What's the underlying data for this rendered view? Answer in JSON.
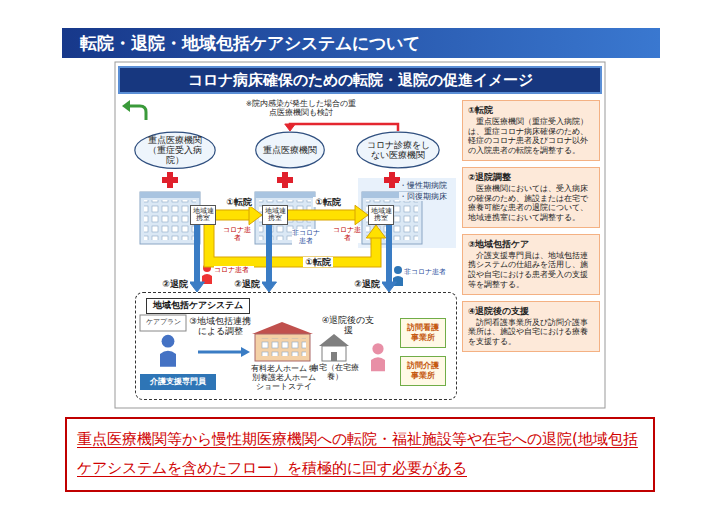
{
  "diagram": {
    "title": "転院・退院・地域包括ケアシステムについて",
    "nodes": [
      {
        "text": [
          "コロナ病床確保のための転院・退院の促進イメージ"
        ]
      },
      {
        "text": [
          "重点医療機関（重症受入病院）"
        ]
      },
      {
        "text": [
          "重点医療機関"
        ]
      },
      {
        "text": [
          "コロナ診療をしない医療機関"
        ]
      },
      {
        "text": [
          "地域連携室"
        ]
      },
      {
        "text": [
          "地域連携室"
        ]
      },
      {
        "text": [
          "地域連携室"
        ]
      },
      {
        "text": [
          "地域包括ケアシステム"
        ]
      },
      {
        "text": [
          "介護支援専門員"
        ],
        "in": 7
      },
      {
        "text": [
          "訪問看護事業所"
        ],
        "in": 7
      },
      {
        "text": [
          "訪問介護事業所"
        ],
        "in": 7
      },
      {
        "text": [
          "①転院",
          "重点医療機関（重症受入病院）は、重症コロナ病床確保のため、軽症のコロナ患者及びコロナ以外の入院患者の転院を調整する。"
        ]
      },
      {
        "text": [
          "②退院調整",
          "医療機関においては、受入病床の確保のため、施設または在宅で療養可能な患者の退院について、地域連携室において調整する。"
        ]
      },
      {
        "text": [
          "③地域包括ケア",
          "介護支援専門員は、地域包括連携システムの仕組みを活用し、施設や自宅における患者受入の支援等を調整する。"
        ]
      },
      {
        "text": [
          "④退院後の支援",
          "訪問看護事業所及び訪問介護事業所は、施設や自宅における療養を支援する。"
        ]
      },
      {
        "text": [
          "重点医療機関等から慢性期医療機関への転院・福祉施設等や在宅への退院(地域包括ケアシステムを含めたフロー）を積極的に回す必要がある"
        ]
      }
    ],
    "edges": [
      {
        "from": 4,
        "to": 5,
        "label": "①転院",
        "arrow": "to"
      },
      {
        "from": 5,
        "to": 6,
        "label": "①転院",
        "arrow": "to"
      },
      {
        "from": 4,
        "to": 6,
        "label": "①転院",
        "arrow": "to"
      },
      {
        "from": 4,
        "to": 7,
        "label": "②退院",
        "arrow": "to"
      },
      {
        "from": 5,
        "to": 7,
        "label": "②退院",
        "arrow": "to"
      },
      {
        "from": 6,
        "to": 7,
        "label": "②退院",
        "arrow": "to"
      },
      {
        "from": 3,
        "to": 2,
        "arrow": "to"
      }
    ],
    "labels": [
      "※院内感染が発生した場合の重点医療機関も検討",
      "コロナ患者",
      "非コロナ患者",
      "コロナ患者",
      "・慢性期病院",
      "・回復期病床",
      "コロナ患者",
      "非コロナ患者",
      "ケアプラン",
      "③地域包括連携による調整",
      "④退院後の支援",
      "有料老人ホーム 特別養護老人ホーム ショートステイ",
      "自宅（在宅療養）"
    ]
  }
}
